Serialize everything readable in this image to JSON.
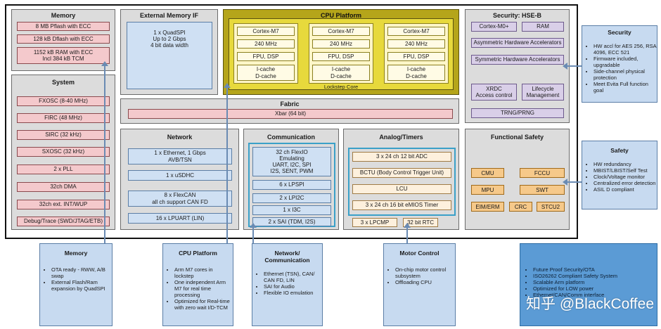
{
  "memory": {
    "title": "Memory",
    "items": [
      "8 MB Pflash with ECC",
      "128 kB Dflash with ECC",
      "1152 kB RAM with ECC\nIncl 384 kB TCM"
    ]
  },
  "system": {
    "title": "System",
    "items": [
      "FXOSC (8-40 MHz)",
      "FIRC (48 MHz)",
      "SIRC (32 kHz)",
      "SXOSC (32 kHz)",
      "2 x PLL",
      "32ch DMA",
      "32ch ext. INT/WUP",
      "Debug/Trace (SWD/JTAG/ETB)"
    ]
  },
  "external_memory": {
    "title": "External Memory IF",
    "text": "1 x QuadSPI\nUp to 2 Gbps\n4 bit data width"
  },
  "cpu_platform": {
    "title": "CPU Platform",
    "cores": [
      {
        "name": "Cortex-M7",
        "freq": "240 MHz",
        "fpu": "FPU, DSP",
        "cache": "I-cache\nD-cache"
      },
      {
        "name": "Cortex-M7",
        "freq": "240 MHz",
        "fpu": "FPU, DSP",
        "cache": "I-cache\nD-cache"
      },
      {
        "name": "Cortex-M7",
        "freq": "240 MHz",
        "fpu": "FPU, DSP",
        "cache": "I-cache\nD-cache"
      }
    ],
    "lockstep": "Lockstep Core"
  },
  "security": {
    "title": "Security: HSE-B",
    "core": "Cortex-M0+",
    "ram": "RAM",
    "asym": "Asymmetric Hardware Accelerators",
    "sym": "Symmetric Hardware Accelerators",
    "xrdc": "XRDC\nAccess control",
    "lifecycle": "Lifecycle\nManagement",
    "trng": "TRNG/PRNG"
  },
  "fabric": {
    "title": "Fabric",
    "xbar": "Xbar (64 bit)"
  },
  "network": {
    "title": "Network",
    "items": [
      "1 x Ethernet, 1 Gbps\nAVB/TSN",
      "1 x uSDHC",
      "8 x FlexCAN\nall ch support CAN FD",
      "16 x LPUART (LIN)"
    ]
  },
  "communication": {
    "title": "Communication",
    "items": [
      "32 ch FlexIO\nEmulating\nUART, I2C, SPI\nI2S, SENT, PWM",
      "6 x LPSPI",
      "2 x LPI2C",
      "1 x I3C",
      "2 x SAI (TDM, I2S)"
    ]
  },
  "analog_timers": {
    "title": "Analog/Timers",
    "items": [
      "3 x 24 ch 12 bit ADC",
      "BCTU (Body Control Trigger Unit)",
      "LCU",
      "3 x 24 ch 16 bit eMIOS Timer"
    ],
    "lpcmp": "3 x LPCMP",
    "rtc": "32 bit RTC"
  },
  "functional_safety": {
    "title": "Functional Safety",
    "items": [
      "CMU",
      "FCCU",
      "MPU",
      "SWT",
      "EIM/ERM",
      "CRC",
      "STCU2"
    ]
  },
  "callouts": {
    "security": {
      "title": "Security",
      "bullets": [
        "HW accl for AES 256, RSA 4096, ECC 521",
        "Firmware included, upgradable",
        "Side-channel physical protection",
        "Meet Evita Full function goal"
      ]
    },
    "safety": {
      "title": "Safety",
      "bullets": [
        "HW redundancy",
        "MBIST/LBIST/Self Test",
        "Clock/Voltage monitor",
        "Centralized error detection",
        "ASIL D compliant"
      ]
    },
    "memory": {
      "title": "Memory",
      "bullets": [
        "OTA ready - RWW, A/B swap",
        "External Flash/Ram expansion by QuadSPI"
      ]
    },
    "cpu": {
      "title": "CPU Platform",
      "bullets": [
        "Arm M7 cores in lockstep",
        "One independent Arm M7 for real time processing",
        "Optimized for Real-time with zero wait I/D-TCM"
      ]
    },
    "network": {
      "title": "Network/ Communication",
      "bullets": [
        "Ethernet (TSN), CAN/ CAN FD, LIN",
        "SAI for Audio",
        "Flexible IO emulation"
      ]
    },
    "motor": {
      "title": "Motor Control",
      "bullets": [
        "On-chip motor control subsystem",
        "Offloading CPU"
      ]
    },
    "future": {
      "bullets": [
        "Future Proof Security/OTA",
        "ISO26262 Compliant Safety System",
        "Scalable Arm platform",
        "Optimized for LOW power",
        "Ethernet/CAN/Comm interface"
      ]
    }
  },
  "watermark": "知乎 @BlackCoffee",
  "colors": {
    "pink": "#f4c9cc",
    "blue": "#cfe0f3",
    "lavender": "#d9cfe8",
    "orange": "#f6c98a",
    "cpu_frame": "#b5a51a",
    "callout": "#c7daf0"
  }
}
